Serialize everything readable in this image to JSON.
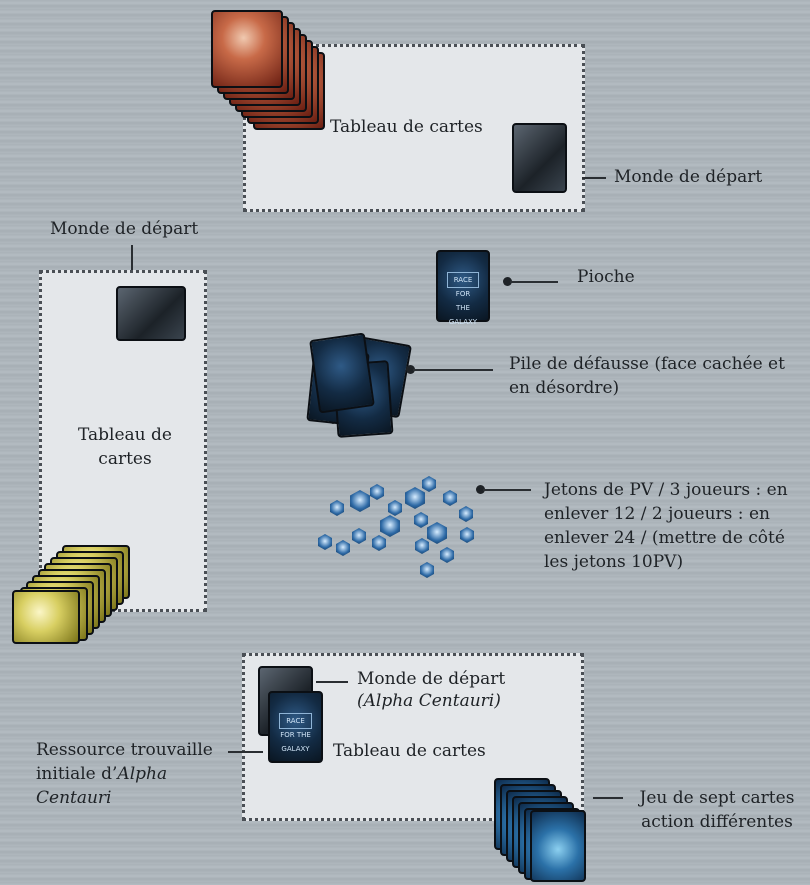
{
  "labels": {
    "tableau_top": "Tableau de cartes",
    "monde_top": "Monde de départ",
    "monde_left": "Monde de départ",
    "tableau_left": "Tableau de cartes",
    "pioche": "Pioche",
    "defausse": "Pile de défausse (face cachée et en désordre)",
    "jetons": "Jetons de PV / 3 joueurs : en enlever 12 / 2 joueurs : en enlever 24 / (mettre de côté les jetons 10PV)",
    "monde_bottom": "Monde de départ",
    "monde_bottom_name": "(Alpha Centauri)",
    "tableau_bottom": "Tableau de cartes",
    "ressource_prefix": "Ressource trouvaille initiale d’",
    "ressource_name": "Alpha Centauri",
    "jeu_sept": "Jeu de sept cartes action différentes"
  },
  "card_back_logo": "RACE FOR THE GALAXY"
}
